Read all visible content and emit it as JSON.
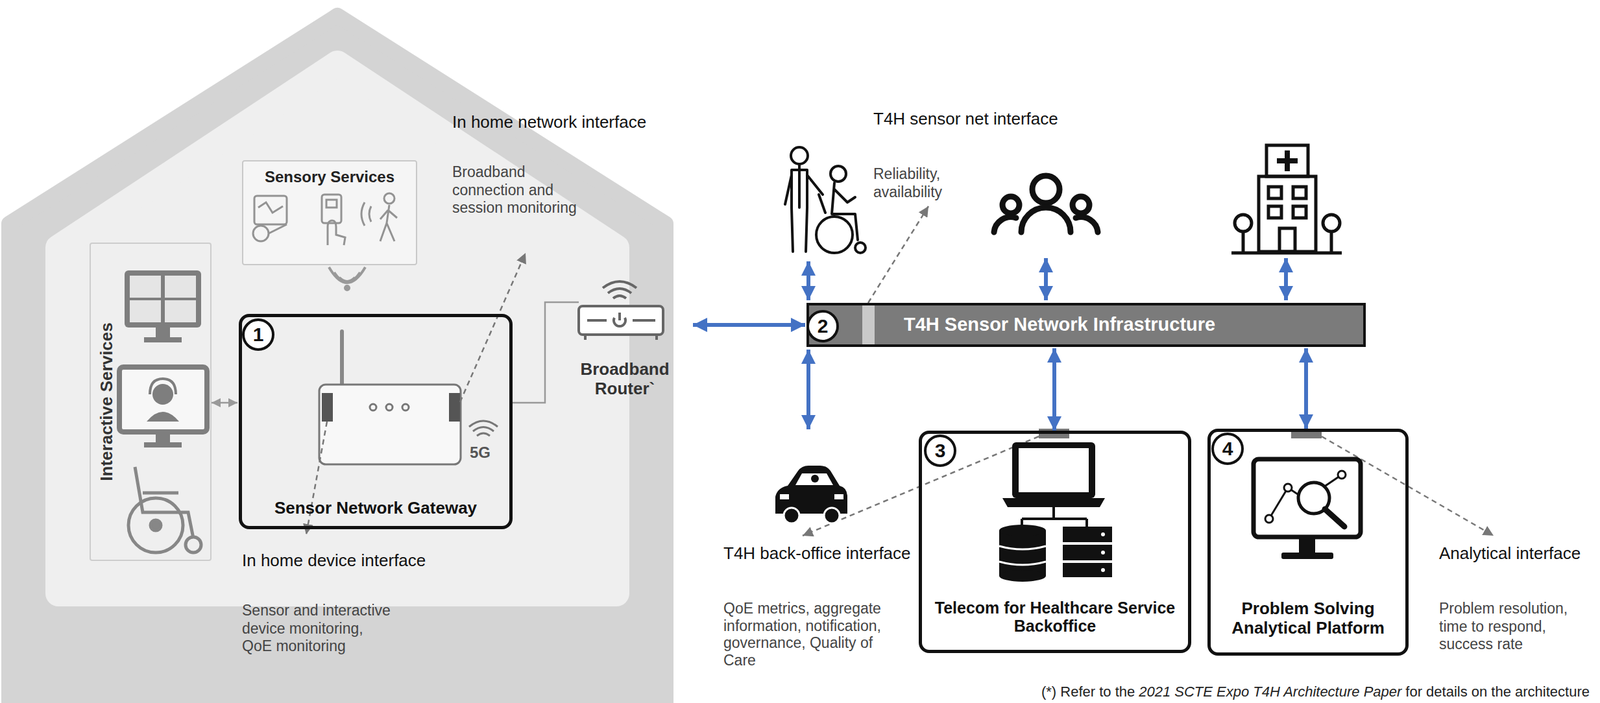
{
  "diagram": {
    "nodes": [
      {
        "text": [
          "Sensory Services"
        ]
      },
      {
        "text": [
          "Interactive Services"
        ]
      },
      {
        "text": [
          "Sensor Network Gateway"
        ]
      },
      {
        "text": [
          "Broadband Router`"
        ]
      },
      {
        "text": [
          "T4H Sensor Network Infrastructure"
        ]
      },
      {
        "text": [
          "Telecom for Healthcare Service Backoffice"
        ]
      },
      {
        "text": [
          "Problem Solving Analytical Platform"
        ]
      }
    ],
    "edges": [
      {
        "from": 1,
        "to": 2,
        "arrow": "both"
      },
      {
        "from": 2,
        "to": 3,
        "arrow": "none"
      },
      {
        "from": 3,
        "to": 4,
        "arrow": "both"
      },
      {
        "from": 4,
        "to": 5,
        "arrow": "both"
      },
      {
        "from": 4,
        "to": 6,
        "arrow": "both"
      }
    ],
    "labels": [
      "5G",
      "1",
      "2",
      "3",
      "4",
      "In home network interface",
      "Broadband connection and session monitoring",
      "T4H sensor net interface",
      "Reliability, availability",
      "In home device interface",
      "Sensor and interactive device monitoring, QoE monitoring",
      "T4H back-office interface",
      "QoE metrics, aggregate information, notification, governance, Quality of Care",
      "Analytical interface",
      "Problem resolution, time to respond, success rate",
      "(*) Refer to the",
      "2021 SCTE Expo T4H Architecture Paper",
      "for details on the architecture"
    ]
  }
}
